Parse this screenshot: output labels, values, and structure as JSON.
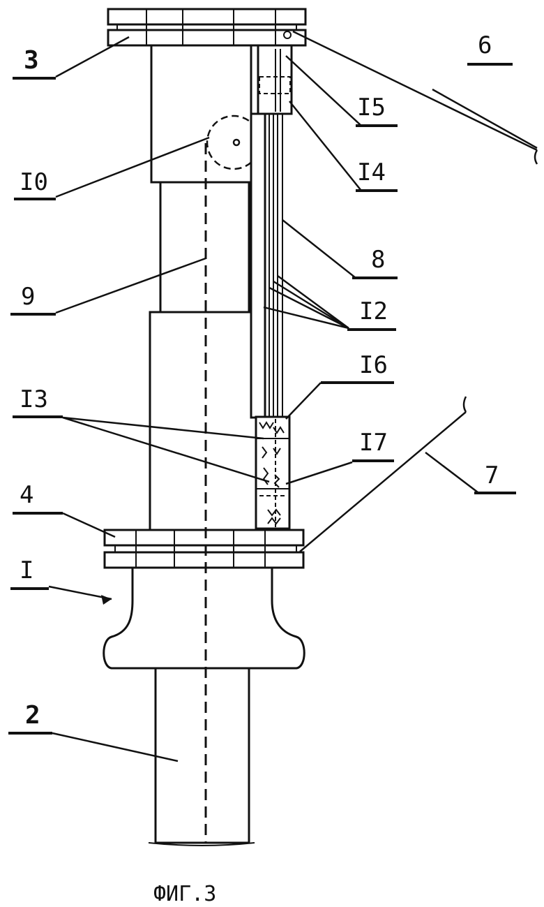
{
  "figure": {
    "caption": "ФИГ.3",
    "labels": {
      "l3": "3",
      "l6": "6",
      "l15": "I5",
      "l10": "I0",
      "l14": "I4",
      "l8": "8",
      "l9": "9",
      "l12": "I2",
      "l16": "I6",
      "l13": "I3",
      "l17": "I7",
      "l7": "7",
      "l4": "4",
      "l1": "I",
      "l2": "2"
    }
  }
}
